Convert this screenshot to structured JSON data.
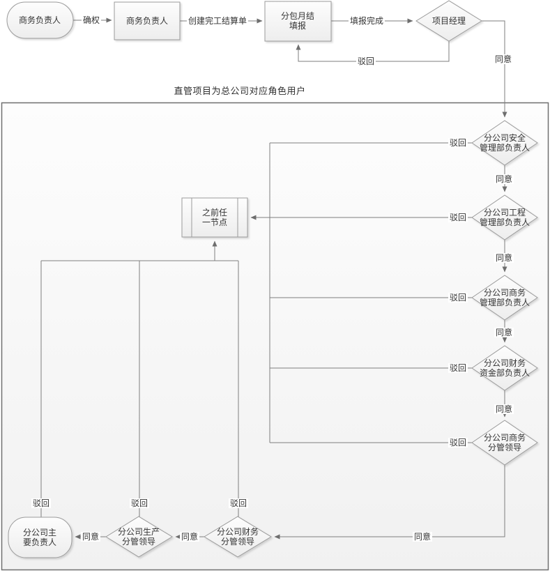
{
  "diagram": {
    "container_title": "直管项目为总公司对应角色用户",
    "nodes": {
      "start": {
        "label": "商务负责人"
      },
      "confirm_process": {
        "label": "商务负责人"
      },
      "monthly_fill": {
        "l1": "分包月结",
        "l2": "填报"
      },
      "project_manager": {
        "label": "项目经理"
      },
      "branch_safety": {
        "l1": "分公司安全",
        "l2": "管理部负责人"
      },
      "branch_engineering": {
        "l1": "分公司工程",
        "l2": "管理部负责人"
      },
      "branch_business_dept": {
        "l1": "分公司商务",
        "l2": "管理部负责人"
      },
      "branch_finance_dept": {
        "l1": "分公司财务",
        "l2": "资金部负责人"
      },
      "branch_business_leader": {
        "l1": "分公司商务",
        "l2": "分管领导"
      },
      "previous_node": {
        "l1": "之前任",
        "l2": "一节点"
      },
      "branch_finance_leader": {
        "l1": "分公司财务",
        "l2": "分管领导"
      },
      "branch_production_leader": {
        "l1": "分公司生产",
        "l2": "分管领导"
      },
      "branch_main_leader": {
        "l1": "分公司主",
        "l2": "要负责人"
      }
    },
    "edge_labels": {
      "confirm_right": "确权",
      "create_settlement": "创建完工结算单",
      "fill_complete": "填报完成",
      "agree": "同意",
      "reject": "驳回"
    },
    "colors": {
      "line": "#7e7e7e",
      "shape_border": "#9a9a9a",
      "container_border": "#6f6f6f",
      "text": "#333333",
      "shape_fill_top": "#fcfcfc",
      "shape_fill_bottom": "#eeeeee"
    }
  }
}
